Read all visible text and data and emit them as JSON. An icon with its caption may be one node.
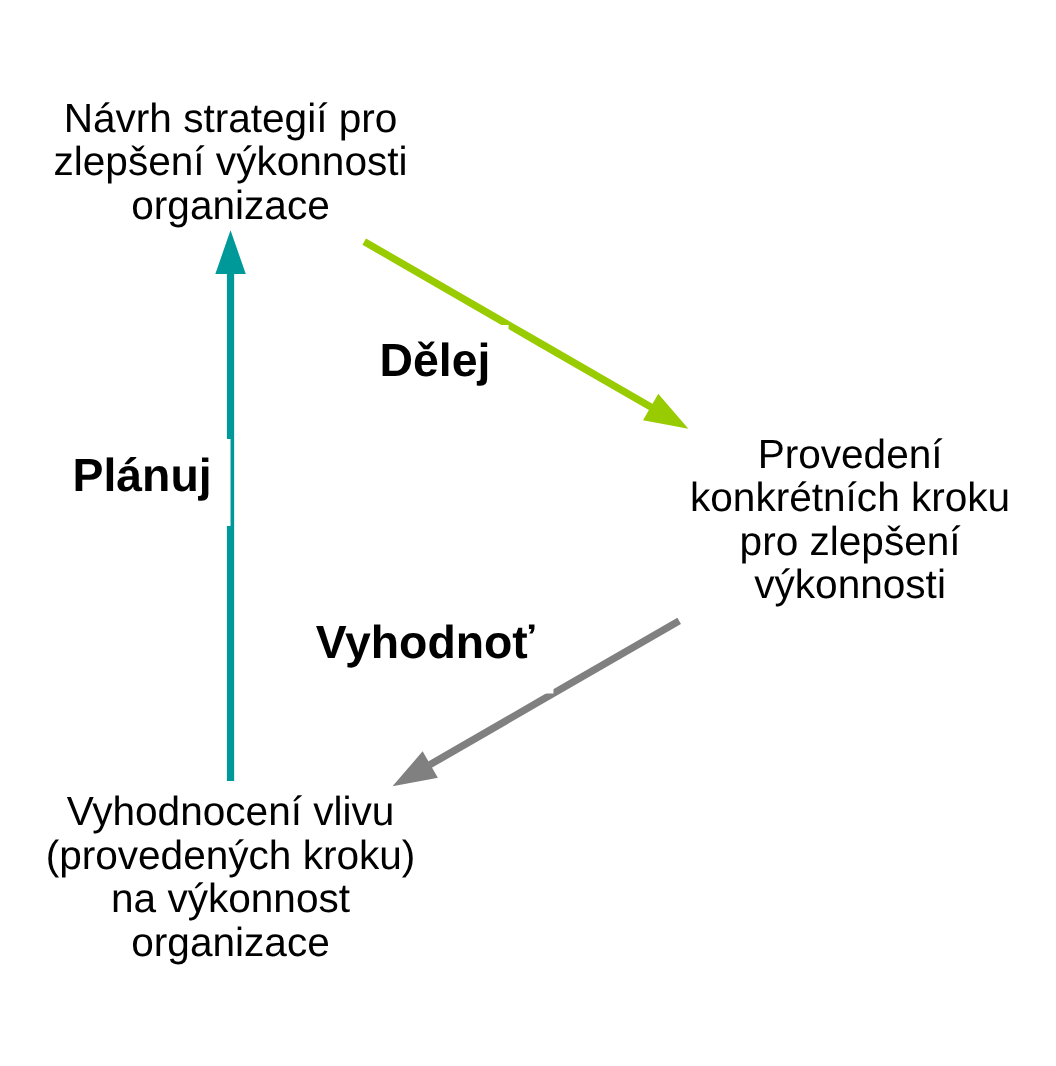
{
  "diagram": {
    "nodes": [
      {
        "text": [
          "Vyhodnocení vlivu (provedených kroku) na výkonnost organizace"
        ]
      },
      {
        "text": [
          "Návrh strategií pro zlepšení výkonnosti organizace"
        ]
      },
      {
        "text": [
          "Provedení konkrétních kroku pro zlepšení výkonnosti"
        ]
      }
    ],
    "edges": [
      {
        "from": 0,
        "to": 1,
        "arrow": "to",
        "label": "Plánuj",
        "color": "#009999"
      },
      {
        "from": 1,
        "to": 2,
        "arrow": "to",
        "label": "Dělej",
        "color": "#99cc00"
      },
      {
        "from": 2,
        "to": 0,
        "arrow": "to",
        "label": "Vyhodnoť",
        "color": "#808080"
      }
    ]
  }
}
